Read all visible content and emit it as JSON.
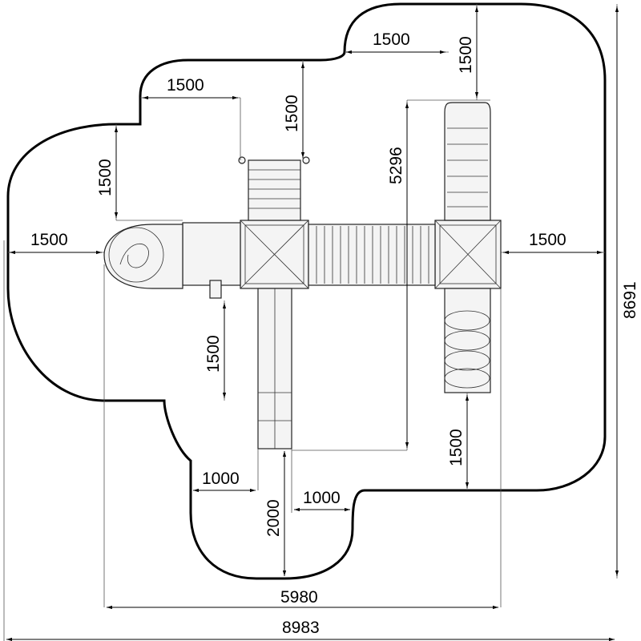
{
  "dimensions": {
    "top_right_h": "1500",
    "top_right_v": "1500",
    "upper_left_h": "1500",
    "upper_mid_v": "1500",
    "left_upper_v": "1500",
    "left_h": "1500",
    "right_h": "1500",
    "slide_length": "5296",
    "total_height": "8691",
    "left_lower_v": "1500",
    "right_lower_v": "1500",
    "bottom_left_h": "1000",
    "bottom_mid_h": "1000",
    "bottom_v": "2000",
    "equipment_width": "5980",
    "total_width": "8983"
  },
  "colors": {
    "line": "#000000",
    "background": "#ffffff"
  }
}
